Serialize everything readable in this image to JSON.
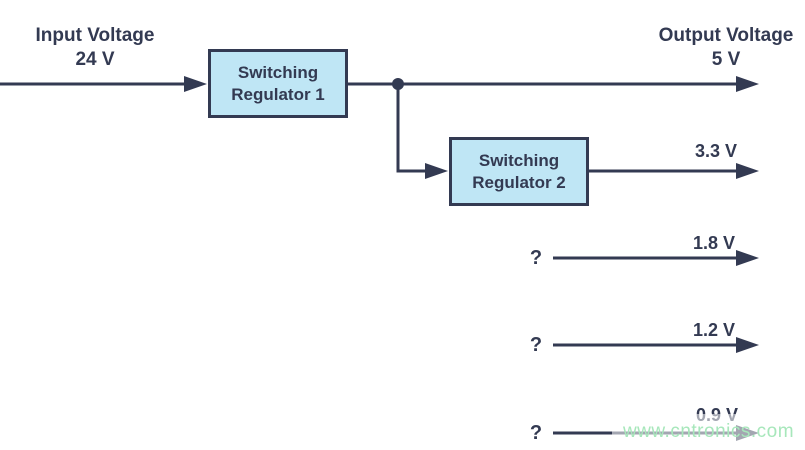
{
  "colors": {
    "line": "#333a52",
    "text": "#333a52",
    "box_fill": "#bfe6f5",
    "box_border": "#333a52",
    "watermark_text": "#a7e7bb",
    "watermark_band": "rgba(255,255,255,0.55)"
  },
  "input": {
    "title": "Input Voltage",
    "value": "24 V"
  },
  "output_header": {
    "title": "Output Voltage",
    "value": "5 V"
  },
  "regulator1": {
    "line1": "Switching",
    "line2": "Regulator 1"
  },
  "regulator2": {
    "line1": "Switching",
    "line2": "Regulator 2"
  },
  "rail_33": {
    "voltage": "3.3 V"
  },
  "unknown_rails": [
    {
      "source": "?",
      "voltage": "1.8 V"
    },
    {
      "source": "?",
      "voltage": "1.2 V"
    },
    {
      "source": "?",
      "voltage": "0.9 V"
    }
  ],
  "watermark": "www.cntronics.com"
}
